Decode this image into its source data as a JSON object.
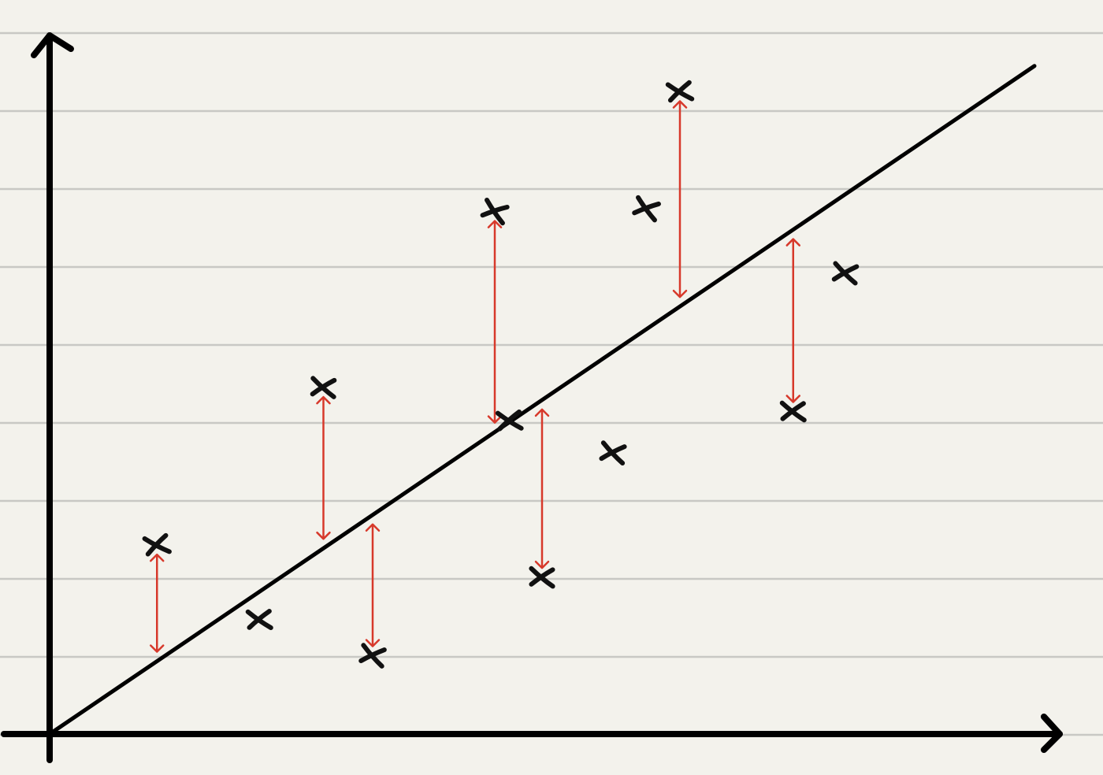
{
  "diagram": {
    "type": "linear-regression-residuals",
    "colors": {
      "paper": "#f3f2ec",
      "ruled_lines": "#c8c8c4",
      "ink": "#000000",
      "residual": "#d7392b"
    },
    "data_points": [
      {
        "x": 1.09,
        "y": 2.05,
        "residual_shown": true
      },
      {
        "x": 2.13,
        "y": 1.24,
        "residual_shown": false
      },
      {
        "x": 2.78,
        "y": 3.76,
        "residual_shown": true
      },
      {
        "x": 3.28,
        "y": 0.85,
        "residual_shown": true
      },
      {
        "x": 4.52,
        "y": 5.67,
        "residual_shown": true
      },
      {
        "x": 4.67,
        "y": 3.4,
        "residual_shown": false
      },
      {
        "x": 5.0,
        "y": 1.7,
        "residual_shown": true
      },
      {
        "x": 5.72,
        "y": 3.05,
        "residual_shown": false
      },
      {
        "x": 6.06,
        "y": 5.7,
        "residual_shown": false
      },
      {
        "x": 6.4,
        "y": 6.97,
        "residual_shown": true
      },
      {
        "x": 7.55,
        "y": 3.5,
        "residual_shown": true
      },
      {
        "x": 8.08,
        "y": 5.0,
        "residual_shown": false
      }
    ],
    "fit_line": {
      "slope": 0.725,
      "intercept": 0
    }
  }
}
